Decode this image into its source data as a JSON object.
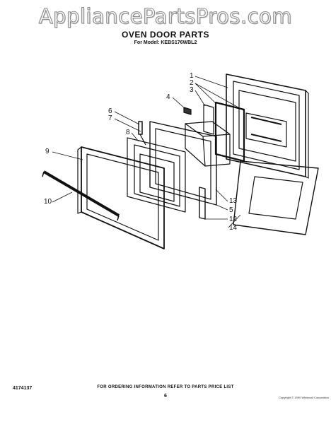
{
  "watermark": "AppliancePartsPros.com",
  "header": {
    "title": "OVEN DOOR PARTS",
    "model_line": "For Model: KEBS176WBL2"
  },
  "callouts": [
    {
      "id": "c1",
      "label": "1"
    },
    {
      "id": "c2",
      "label": "2"
    },
    {
      "id": "c3",
      "label": "3"
    },
    {
      "id": "c4",
      "label": "4"
    },
    {
      "id": "c5",
      "label": "5"
    },
    {
      "id": "c6",
      "label": "6"
    },
    {
      "id": "c7",
      "label": "7"
    },
    {
      "id": "c8",
      "label": "8"
    },
    {
      "id": "c9",
      "label": "9"
    },
    {
      "id": "c10",
      "label": "10"
    },
    {
      "id": "c12",
      "label": "12"
    },
    {
      "id": "c13",
      "label": "13"
    },
    {
      "id": "c14",
      "label": "14"
    }
  ],
  "footer": {
    "ordering_note": "FOR ORDERING INFORMATION REFER TO PARTS PRICE LIST",
    "page_number": "6",
    "document_number": "4174137",
    "copyright": "Copyright © 1990 Whirlpool Corporation"
  }
}
